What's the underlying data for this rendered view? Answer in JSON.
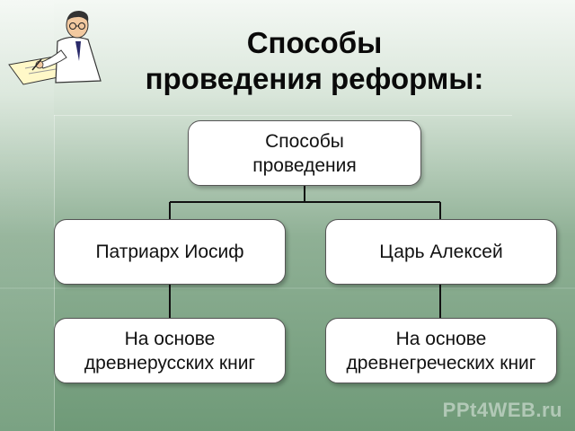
{
  "title": {
    "line1": "Способы",
    "line2": "проведения реформы:"
  },
  "diagram": {
    "root": {
      "line1": "Способы",
      "line2": "проведения"
    },
    "left_branch": {
      "label": "Патриарх Иосиф",
      "child": {
        "line1": "На основе",
        "line2": "древнерусских книг"
      }
    },
    "right_branch": {
      "label": "Царь Алексей",
      "child": {
        "line1": "На основе",
        "line2": "древнегреческих книг"
      }
    }
  },
  "watermark": "PPt4WEB.ru",
  "colors": {
    "box_fill": "#ffffff",
    "box_border": "#555555",
    "connector": "#111111",
    "title": "#0a0a0a"
  }
}
